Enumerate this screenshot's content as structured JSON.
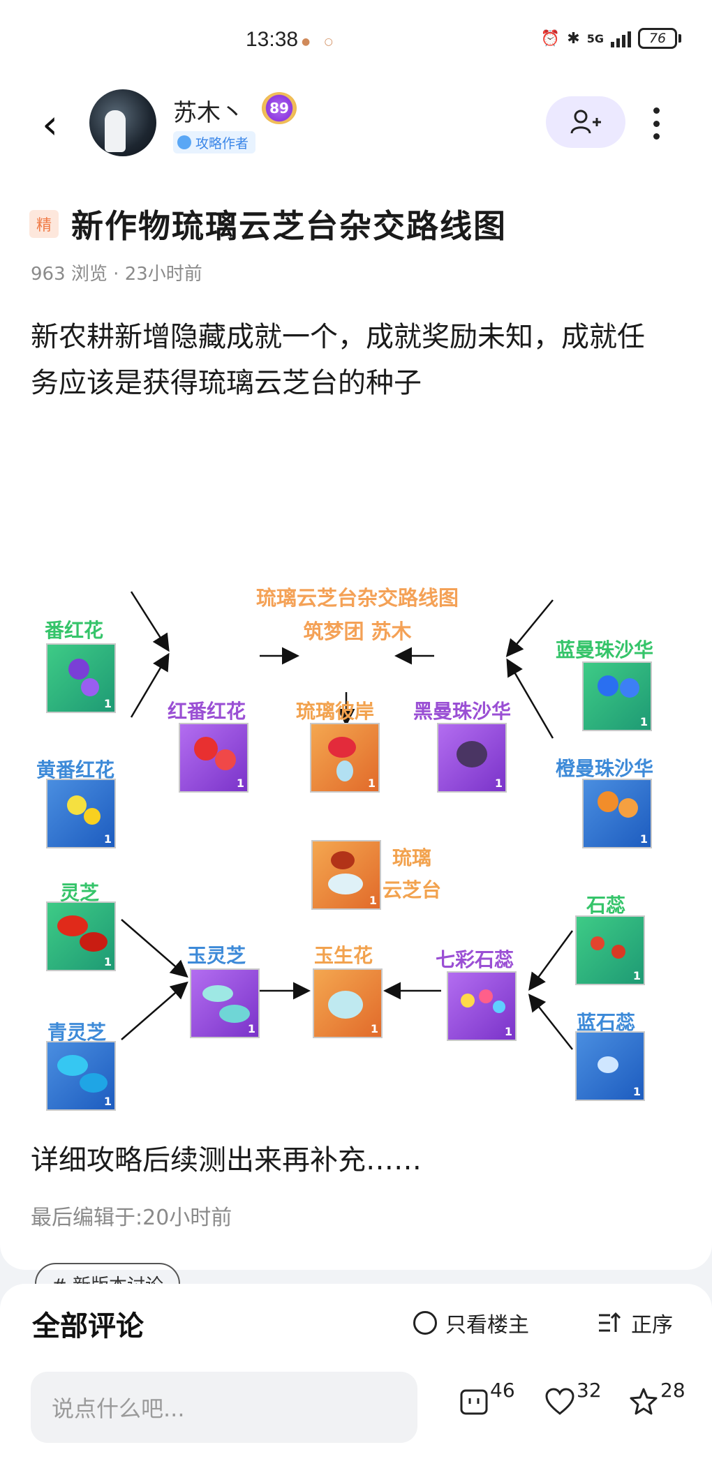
{
  "status_bar": {
    "time": "13:38",
    "network": "5G",
    "battery": "76"
  },
  "header": {
    "author_name": "苏木丶",
    "level": "89",
    "author_tag": "攻略作者"
  },
  "post": {
    "featured_badge": "精",
    "title": "新作物琉璃云芝台杂交路线图",
    "views": "963 浏览",
    "time": "23小时前",
    "body": "新农耕新增隐藏成就一个，成就奖励未知，成就任务应该是获得琉璃云芝台的种子",
    "after_text": "详细攻略后续测出来再补充……",
    "edited": "最后编辑于:20小时前",
    "topic_tag": "# 新版本讨论"
  },
  "diagram": {
    "title": "琉璃云芝台杂交路线图",
    "subtitle": "筑梦团 苏木",
    "count": "1",
    "plants": {
      "p1": "番红花",
      "p2": "黄番红花",
      "p3": "红番红花",
      "p4": "琉璃彼岸",
      "p5": "黑曼珠沙华",
      "p6": "蓝曼珠沙华",
      "p7": "橙曼珠沙华",
      "p8": "琉璃",
      "p8b": "云芝台",
      "p9": "灵芝",
      "p10": "青灵芝",
      "p11": "玉灵芝",
      "p12": "玉生花",
      "p13": "七彩石蕊",
      "p14": "石蕊",
      "p15": "蓝石蕊"
    }
  },
  "comments": {
    "title": "全部评论",
    "only_op": "只看楼主",
    "order": "正序",
    "input_placeholder": "说点什么吧...",
    "comment_count": "46",
    "like_count": "32",
    "star_count": "28"
  }
}
